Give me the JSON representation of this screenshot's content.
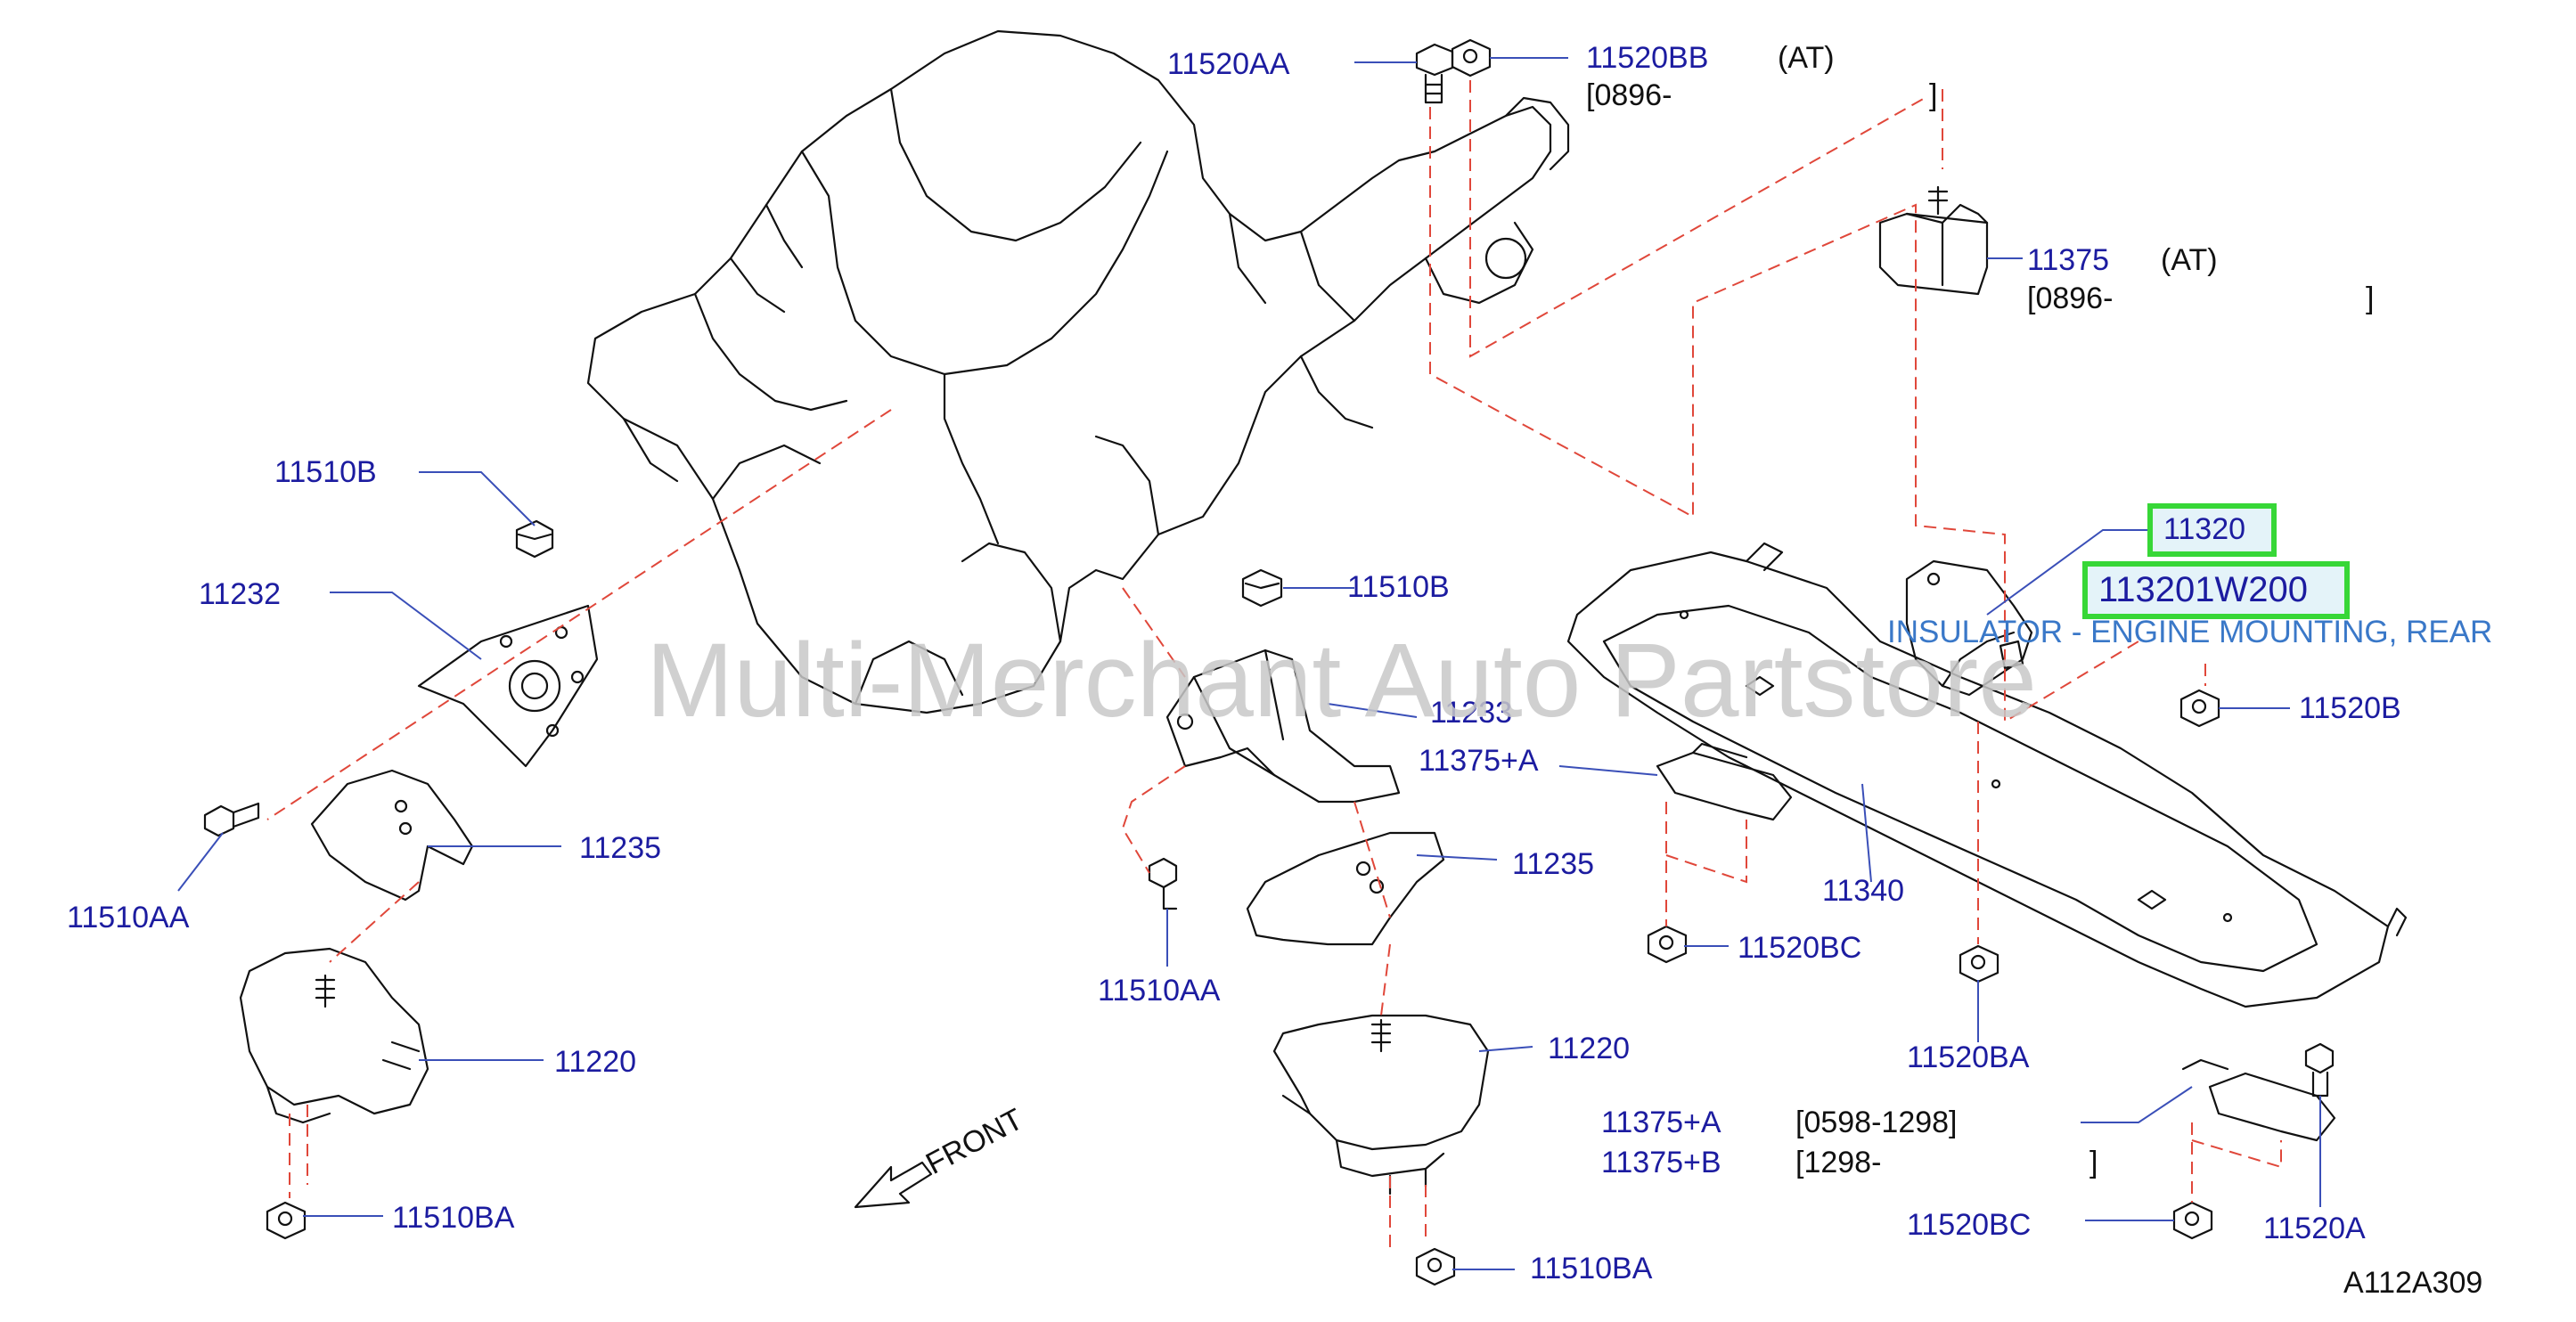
{
  "watermark": "Multi-Merchant Auto Partstore",
  "diagram_code": "A112A309",
  "front_label": "FRONT",
  "highlight": {
    "color": "#37d737",
    "fill": "#e4f3f9",
    "description_color": "#3a78c8"
  },
  "callouts": {
    "p11520AA": "11520AA",
    "p11520BB": "11520BB",
    "at1": "(AT)",
    "d0896a": "[0896-",
    "br1": "]",
    "p11375": "11375",
    "at2": "(AT)",
    "d0896b": "[0896-",
    "br2": "]",
    "p11510B_a": "11510B",
    "p11232": "11232",
    "p11510B_b": "11510B",
    "p11233": "11233",
    "p11375A_a": "11375+A",
    "p11320": "11320",
    "p113201W200": "113201W200",
    "desc": "INSULATOR - ENGINE MOUNTING, REAR",
    "p11520B": "11520B",
    "p11235_a": "11235",
    "p11235_b": "11235",
    "p11510AA_a": "11510AA",
    "p11510AA_b": "11510AA",
    "p11340": "11340",
    "p11520BC_a": "11520BC",
    "p11220_a": "11220",
    "p11220_b": "11220",
    "p11520BA": "11520BA",
    "p11375A_b": "11375+A",
    "d0598": "[0598-1298]",
    "p11375B": "11375+B",
    "d1298": "[1298-",
    "br3": "]",
    "p11510BA_a": "11510BA",
    "p11510BA_b": "11510BA",
    "p11520BC_b": "11520BC",
    "p11520A": "11520A"
  }
}
